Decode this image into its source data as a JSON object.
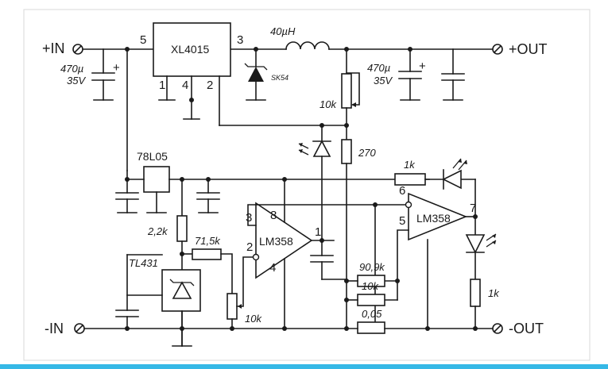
{
  "terminals": {
    "in_pos": "+IN",
    "in_neg": "-IN",
    "out_pos": "+OUT",
    "out_neg": "-OUT"
  },
  "regulator": {
    "name": "XL4015",
    "pin_5": "5",
    "pin_3": "3",
    "pin_1": "1",
    "pin_4": "4",
    "pin_2": "2"
  },
  "inductor": {
    "value": "40µH"
  },
  "diode_sk54": {
    "name": "SK54"
  },
  "cap_in": {
    "value": "470µ",
    "voltage": "35V"
  },
  "cap_out": {
    "value": "470µ",
    "voltage": "35V"
  },
  "plus_sign": "+",
  "pot_top": {
    "value": "10k"
  },
  "res_270": {
    "value": "270"
  },
  "ldo": {
    "name": "78L05"
  },
  "res_1k_top": {
    "value": "1k"
  },
  "res_1k_right": {
    "value": "1k"
  },
  "res_2_2k": {
    "value": "2,2k"
  },
  "res_71_5k": {
    "value": "71,5k"
  },
  "shunt_ref": {
    "name": "TL431"
  },
  "pot_bottom": {
    "value": "10k"
  },
  "opamp_a": {
    "name": "LM358",
    "pin_3": "3",
    "pin_8": "8",
    "pin_2": "2",
    "pin_1": "1",
    "pin_4": "4"
  },
  "opamp_b": {
    "name": "LM358",
    "pin_6": "6",
    "pin_5": "5",
    "pin_7": "7"
  },
  "res_90_9k": {
    "value": "90,9k"
  },
  "res_10k_low": {
    "value": "10k"
  },
  "res_shunt": {
    "value": "0,05"
  }
}
